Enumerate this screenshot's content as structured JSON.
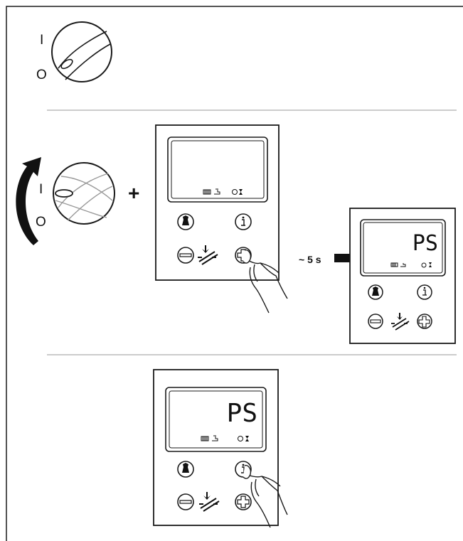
{
  "switch_labels": {
    "on": "I",
    "off": "O"
  },
  "plus_sign": "+",
  "duration_label": "~ 5 s",
  "display_code": "PS",
  "colors": {
    "stroke": "#1a1a1a",
    "divider": "#999999",
    "background": "#ffffff"
  },
  "icons": [
    "power-switch-icon",
    "radiator-icon",
    "tap-icon",
    "clock-icon",
    "hourglass-icon",
    "chimney-sweep-icon",
    "info-icon",
    "minus-icon",
    "plus-icon",
    "flame-reset-icon",
    "hand-icon",
    "rotate-arrow-icon",
    "right-arrow-icon"
  ]
}
